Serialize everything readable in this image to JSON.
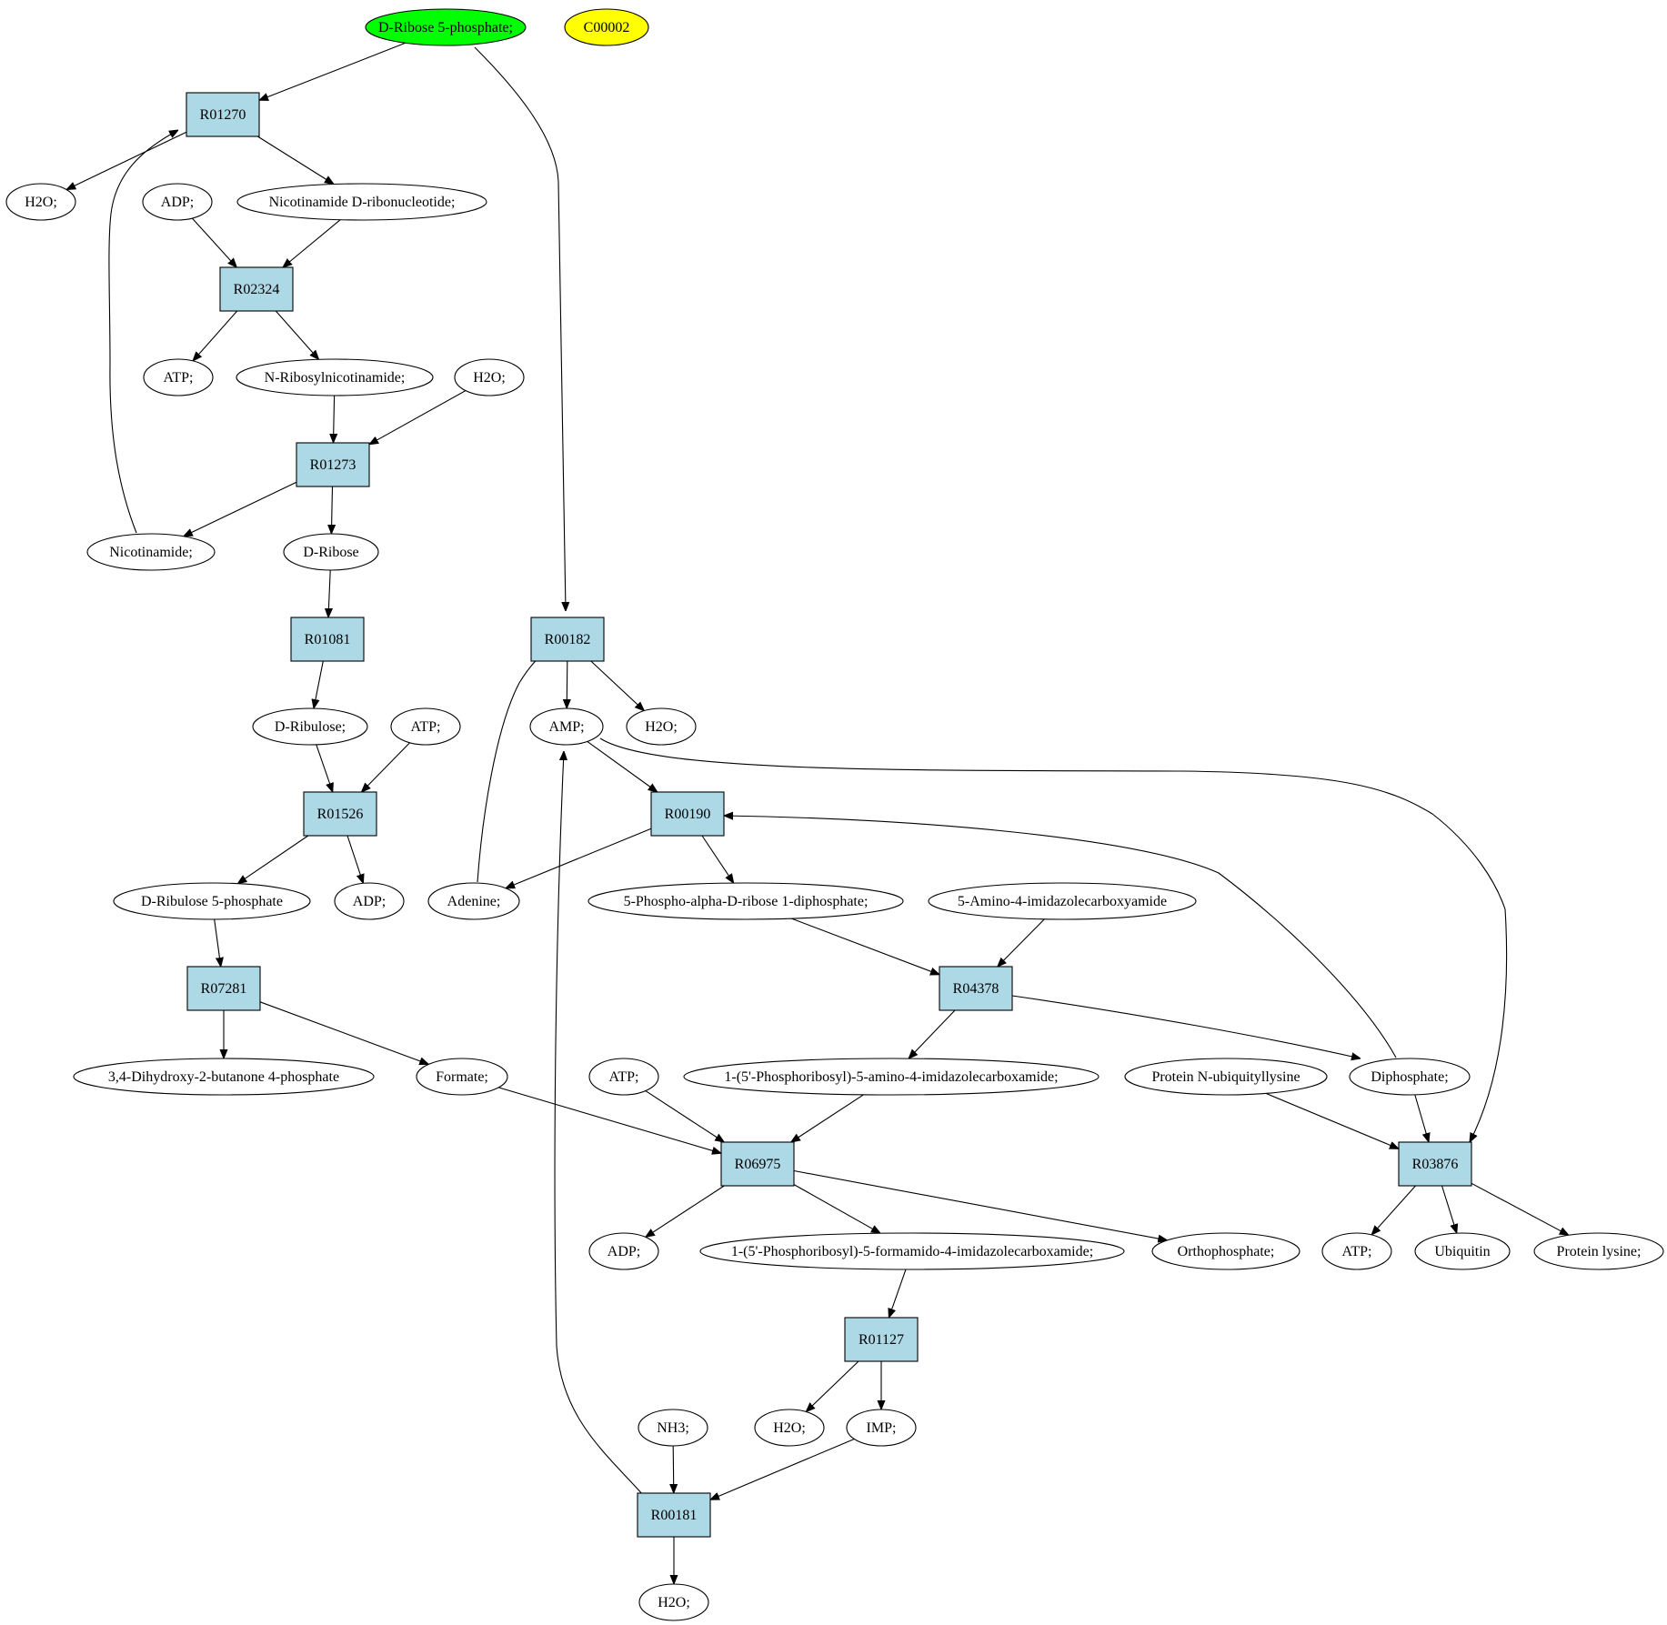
{
  "colors": {
    "reaction_fill": "#add8e6",
    "compound_fill": "#ffffff",
    "source_fill": "#00ff00",
    "highlight_fill": "#ffff00",
    "stroke": "#000000"
  },
  "nodes": {
    "source": {
      "label": "D-Ribose 5-phosphate;",
      "kind": "source"
    },
    "c00002": {
      "label": "C00002",
      "kind": "highlight"
    },
    "r01270": {
      "label": "R01270",
      "kind": "reaction"
    },
    "h2o_1": {
      "label": "H2O;",
      "kind": "compound"
    },
    "adp_1": {
      "label": "ADP;",
      "kind": "compound"
    },
    "nmn": {
      "label": "Nicotinamide D-ribonucleotide;",
      "kind": "compound"
    },
    "r02324": {
      "label": "R02324",
      "kind": "reaction"
    },
    "atp_1": {
      "label": "ATP;",
      "kind": "compound"
    },
    "nrib": {
      "label": "N-Ribosylnicotinamide;",
      "kind": "compound"
    },
    "h2o_2": {
      "label": "H2O;",
      "kind": "compound"
    },
    "r01273": {
      "label": "R01273",
      "kind": "reaction"
    },
    "nicotinamide": {
      "label": "Nicotinamide;",
      "kind": "compound"
    },
    "dribose": {
      "label": "D-Ribose",
      "kind": "compound"
    },
    "r01081": {
      "label": "R01081",
      "kind": "reaction"
    },
    "dribulose": {
      "label": "D-Ribulose;",
      "kind": "compound"
    },
    "atp_2": {
      "label": "ATP;",
      "kind": "compound"
    },
    "r01526": {
      "label": "R01526",
      "kind": "reaction"
    },
    "dribulose5p": {
      "label": "D-Ribulose 5-phosphate",
      "kind": "compound"
    },
    "adp_2": {
      "label": "ADP;",
      "kind": "compound"
    },
    "r07281": {
      "label": "R07281",
      "kind": "reaction"
    },
    "dhbp": {
      "label": "3,4-Dihydroxy-2-butanone 4-phosphate",
      "kind": "compound"
    },
    "formate": {
      "label": "Formate;",
      "kind": "compound"
    },
    "r00182": {
      "label": "R00182",
      "kind": "reaction"
    },
    "amp": {
      "label": "AMP;",
      "kind": "compound"
    },
    "h2o_3": {
      "label": "H2O;",
      "kind": "compound"
    },
    "r00190": {
      "label": "R00190",
      "kind": "reaction"
    },
    "adenine": {
      "label": "Adenine;",
      "kind": "compound"
    },
    "prpp": {
      "label": "5-Phospho-alpha-D-ribose 1-diphosphate;",
      "kind": "compound"
    },
    "aica": {
      "label": "5-Amino-4-imidazolecarboxyamide",
      "kind": "compound"
    },
    "r04378": {
      "label": "R04378",
      "kind": "reaction"
    },
    "aicar": {
      "label": "1-(5'-Phosphoribosyl)-5-amino-4-imidazolecarboxamide;",
      "kind": "compound"
    },
    "atp_3": {
      "label": "ATP;",
      "kind": "compound"
    },
    "protnub": {
      "label": "Protein N-ubiquityllysine",
      "kind": "compound"
    },
    "diphosphate": {
      "label": "Diphosphate;",
      "kind": "compound"
    },
    "r06975": {
      "label": "R06975",
      "kind": "reaction"
    },
    "r03876": {
      "label": "R03876",
      "kind": "reaction"
    },
    "adp_3": {
      "label": "ADP;",
      "kind": "compound"
    },
    "faicar": {
      "label": "1-(5'-Phosphoribosyl)-5-formamido-4-imidazolecarboxamide;",
      "kind": "compound"
    },
    "orthophosphate": {
      "label": "Orthophosphate;",
      "kind": "compound"
    },
    "atp_4": {
      "label": "ATP;",
      "kind": "compound"
    },
    "ubiquitin": {
      "label": "Ubiquitin",
      "kind": "compound"
    },
    "protlys": {
      "label": "Protein lysine;",
      "kind": "compound"
    },
    "r01127": {
      "label": "R01127",
      "kind": "reaction"
    },
    "nh3": {
      "label": "NH3;",
      "kind": "compound"
    },
    "h2o_4": {
      "label": "H2O;",
      "kind": "compound"
    },
    "imp": {
      "label": "IMP;",
      "kind": "compound"
    },
    "r00181": {
      "label": "R00181",
      "kind": "reaction"
    },
    "h2o_5": {
      "label": "H2O;",
      "kind": "compound"
    }
  },
  "edges": [
    [
      "source",
      "r01270"
    ],
    [
      "source",
      "r00182"
    ],
    [
      "r01270",
      "h2o_1"
    ],
    [
      "r01270",
      "nmn"
    ],
    [
      "adp_1",
      "r02324"
    ],
    [
      "nmn",
      "r02324"
    ],
    [
      "r02324",
      "atp_1"
    ],
    [
      "r02324",
      "nrib"
    ],
    [
      "nrib",
      "r01273"
    ],
    [
      "h2o_2",
      "r01273"
    ],
    [
      "r01273",
      "nicotinamide"
    ],
    [
      "r01273",
      "dribose"
    ],
    [
      "nicotinamide",
      "r01270"
    ],
    [
      "dribose",
      "r01081"
    ],
    [
      "r01081",
      "dribulose"
    ],
    [
      "dribulose",
      "r01526"
    ],
    [
      "atp_2",
      "r01526"
    ],
    [
      "r01526",
      "dribulose5p"
    ],
    [
      "r01526",
      "adp_2"
    ],
    [
      "dribulose5p",
      "r07281"
    ],
    [
      "r07281",
      "dhbp"
    ],
    [
      "r07281",
      "formate"
    ],
    [
      "r00182",
      "amp"
    ],
    [
      "r00182",
      "h2o_3"
    ],
    [
      "adenine",
      "r00182"
    ],
    [
      "amp",
      "r00190"
    ],
    [
      "amp",
      "r03876"
    ],
    [
      "r00190",
      "adenine"
    ],
    [
      "r00190",
      "prpp"
    ],
    [
      "diphosphate",
      "r00190"
    ],
    [
      "prpp",
      "r04378"
    ],
    [
      "aica",
      "r04378"
    ],
    [
      "r04378",
      "aicar"
    ],
    [
      "r04378",
      "diphosphate"
    ],
    [
      "formate",
      "r06975"
    ],
    [
      "atp_3",
      "r06975"
    ],
    [
      "aicar",
      "r06975"
    ],
    [
      "r06975",
      "adp_3"
    ],
    [
      "r06975",
      "faicar"
    ],
    [
      "r06975",
      "orthophosphate"
    ],
    [
      "protnub",
      "r03876"
    ],
    [
      "diphosphate",
      "r03876"
    ],
    [
      "r03876",
      "atp_4"
    ],
    [
      "r03876",
      "ubiquitin"
    ],
    [
      "r03876",
      "protlys"
    ],
    [
      "faicar",
      "r01127"
    ],
    [
      "r01127",
      "h2o_4"
    ],
    [
      "r01127",
      "imp"
    ],
    [
      "nh3",
      "r00181"
    ],
    [
      "imp",
      "r00181"
    ],
    [
      "r00181",
      "h2o_5"
    ],
    [
      "r00181",
      "amp"
    ]
  ]
}
